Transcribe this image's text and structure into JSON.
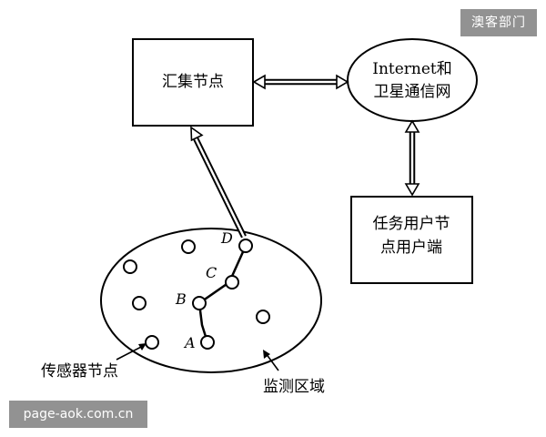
{
  "diagram": {
    "sink_node": "汇集节点",
    "network_line1": "Internet和",
    "network_line2": "卫星通信网",
    "user_line1": "任务用户节",
    "user_line2": "点用户端",
    "sensor_label": "传感器节点",
    "region_label": "监测区域",
    "node_labels": {
      "a": "A",
      "b": "B",
      "c": "C",
      "d": "D"
    }
  },
  "watermarks": {
    "top_right": "澳客部门",
    "bottom_left": "page-aok.com.cn"
  }
}
